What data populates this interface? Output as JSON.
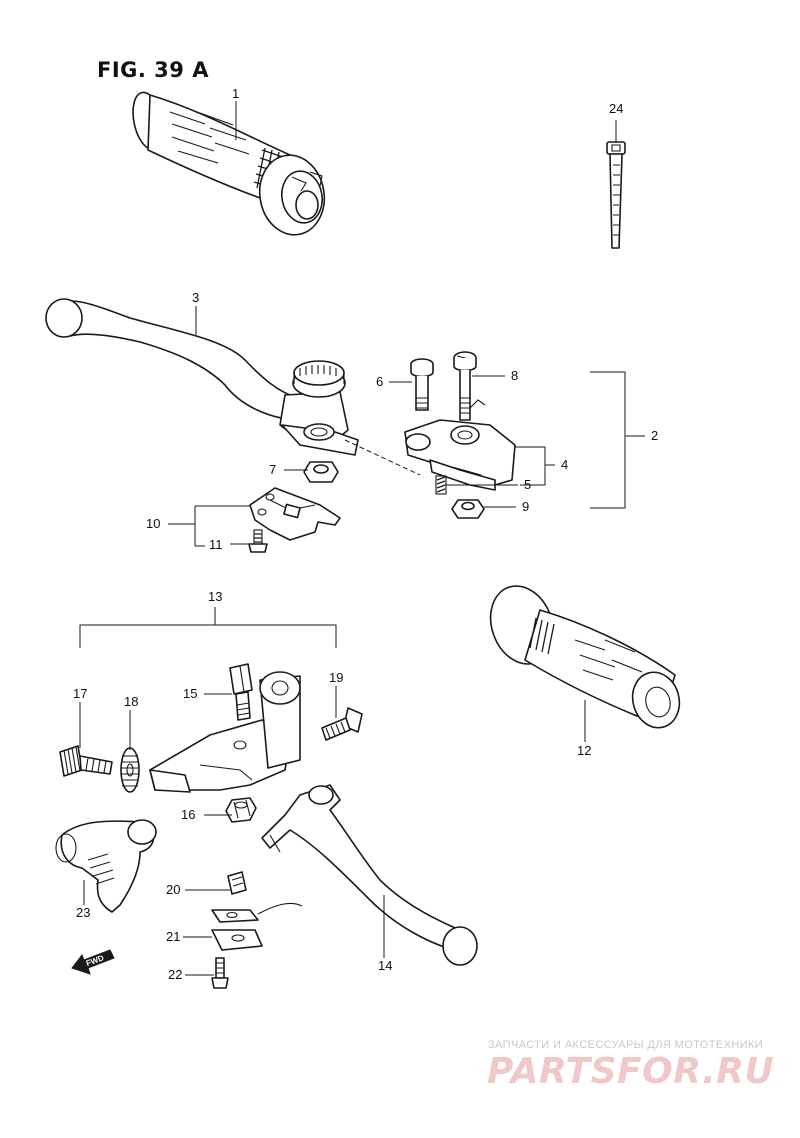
{
  "figure": {
    "title": "FIG. 39 A"
  },
  "callouts": {
    "c1": "1",
    "c2": "2",
    "c3": "3",
    "c4": "4",
    "c5": "5",
    "c6": "6",
    "c7": "7",
    "c8": "8",
    "c9": "9",
    "c10": "10",
    "c11": "11",
    "c12": "12",
    "c13": "13",
    "c14": "14",
    "c15": "15",
    "c16": "16",
    "c17": "17",
    "c18": "18",
    "c19": "19",
    "c20": "20",
    "c21": "21",
    "c22": "22",
    "c23": "23",
    "c24": "24"
  },
  "fwd_label": "FWD",
  "watermark": {
    "tagline": "ЗАПЧАСТИ И АКСЕССУАРЫ ДЛЯ МОТОТЕХНИКИ",
    "brand": "PARTSFOR.RU"
  },
  "colors": {
    "line": "#1a1a1a",
    "background": "#ffffff",
    "watermark_brand": "#f1c8c8"
  }
}
